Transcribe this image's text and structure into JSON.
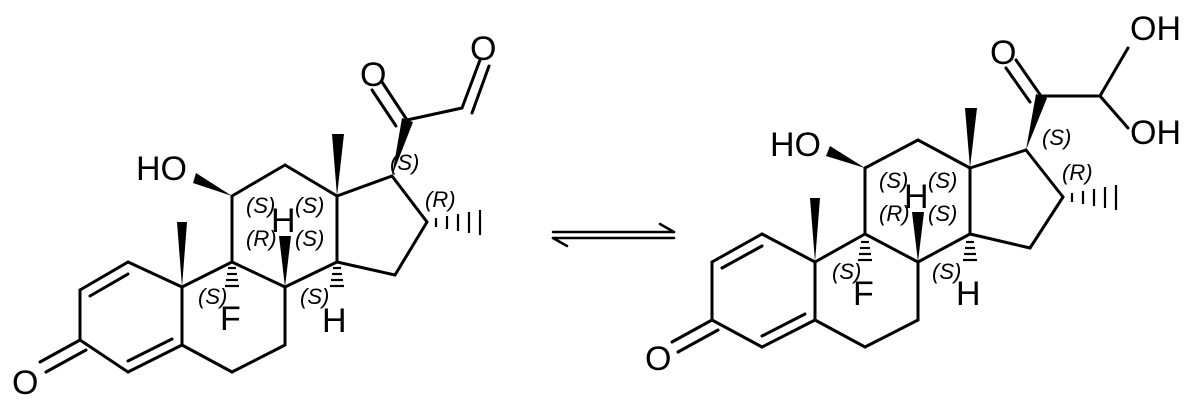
{
  "reactant": {
    "atoms": {
      "ho": "HO",
      "o_ketone": "O",
      "o_aldehyde": "O",
      "o_enone": "O",
      "f": "F",
      "h8": "H",
      "h14": "H"
    },
    "stereo": {
      "c11": "(S)",
      "c13": "(S)",
      "c8": "(R)",
      "c14": "(S)",
      "c9": "(S)",
      "c10": "(S)",
      "c17": "(S)",
      "c16": "(R)"
    }
  },
  "product": {
    "atoms": {
      "oh_top": "OH",
      "oh_bottom": "OH",
      "o_ketone": "O",
      "ho": "HO",
      "o_enone": "O",
      "f": "F",
      "h8": "H",
      "h14": "H"
    },
    "stereo": {
      "c11": "(S)",
      "c13": "(S)",
      "c8": "(R)",
      "c14": "(S)",
      "c9": "(S)",
      "c10": "(S)",
      "c17": "(S)",
      "c16": "(R)"
    }
  },
  "equilibrium_arrow": "equilibrium-arrows-icon"
}
